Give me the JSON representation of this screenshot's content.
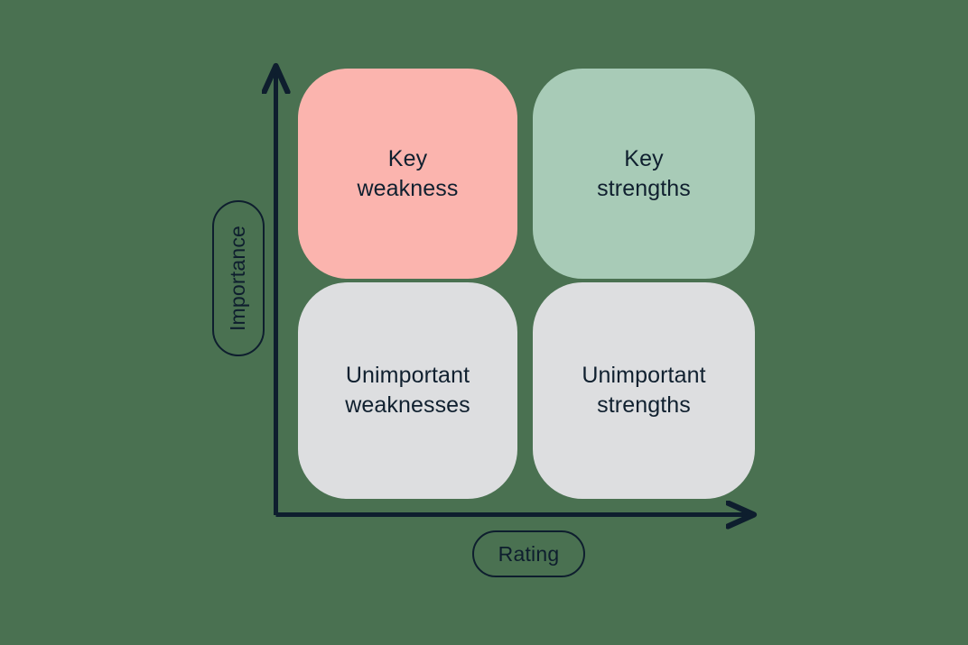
{
  "chart_data": {
    "type": "matrix",
    "title": "",
    "xlabel": "Rating",
    "ylabel": "Importance",
    "grid": false,
    "legend": "none",
    "axes": {
      "x": {
        "label": "Rating",
        "direction": "increasing-right",
        "arrow": true,
        "ticks": []
      },
      "y": {
        "label": "Importance",
        "direction": "increasing-up",
        "arrow": true,
        "ticks": []
      }
    },
    "quadrants": [
      {
        "id": "key-weakness",
        "label": "Key\nweakness",
        "x_position": "low",
        "y_position": "high",
        "color": "#fbb4ae"
      },
      {
        "id": "key-strengths",
        "label": "Key\nstrengths",
        "x_position": "high",
        "y_position": "high",
        "color": "#a8cbb7"
      },
      {
        "id": "unimportant-weaknesses",
        "label": "Unimportant\nweaknesses",
        "x_position": "low",
        "y_position": "low",
        "color": "#dddee0"
      },
      {
        "id": "unimportant-strengths",
        "label": "Unimportant\nstrengths",
        "x_position": "high",
        "y_position": "low",
        "color": "#dddee0"
      }
    ]
  },
  "colors": {
    "background": "#4a7151",
    "ink": "#0e1e2e",
    "label_text": "#10202f",
    "key_weakness": "#fbb4ae",
    "key_strengths": "#a8cbb7",
    "unimportant": "#dddee0"
  }
}
